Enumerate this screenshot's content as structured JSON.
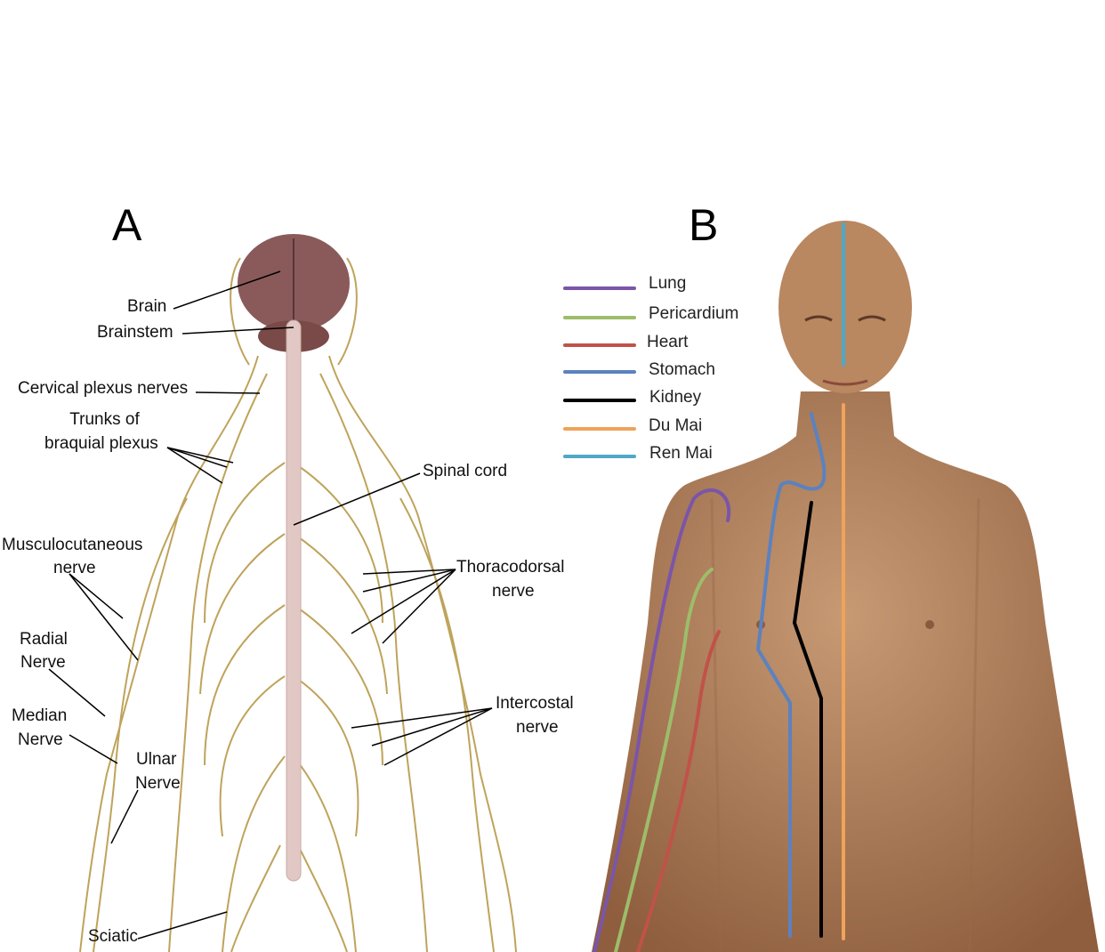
{
  "panels": {
    "a": {
      "letter": "A",
      "labels": {
        "brain": "Brain",
        "brainstem": "Brainstem",
        "cervical": "Cervical plexus nerves",
        "trunks_1": "Trunks of",
        "trunks_2": "braquial plexus",
        "spinal": "Spinal cord",
        "musculo_1": "Musculocutaneous",
        "musculo_2": "nerve",
        "radial_1": "Radial",
        "radial_2": "Nerve",
        "median_1": "Median",
        "median_2": "Nerve",
        "ulnar_1": "Ulnar",
        "ulnar_2": "Nerve",
        "thoraco_1": "Thoracodorsal",
        "thoraco_2": "nerve",
        "intercostal_1": "Intercostal",
        "intercostal_2": "nerve",
        "sciatic": "Sciatic"
      },
      "colors": {
        "nerve": "#b89a4a",
        "brain": "#8a5a5a",
        "cord": "#e2c8c4"
      }
    },
    "b": {
      "letter": "B",
      "legend": [
        {
          "label": "Lung",
          "color": "#7b55a8"
        },
        {
          "label": "Pericardium",
          "color": "#9dbd6a"
        },
        {
          "label": "Heart",
          "color": "#c0524a"
        },
        {
          "label": "Stomach",
          "color": "#5b82bf"
        },
        {
          "label": "Kidney",
          "color": "#000000"
        },
        {
          "label": "Du Mai",
          "color": "#f0a35a"
        },
        {
          "label": "Ren Mai",
          "color": "#4fa9c6"
        }
      ],
      "colors": {
        "skin": "#b98760"
      }
    }
  }
}
